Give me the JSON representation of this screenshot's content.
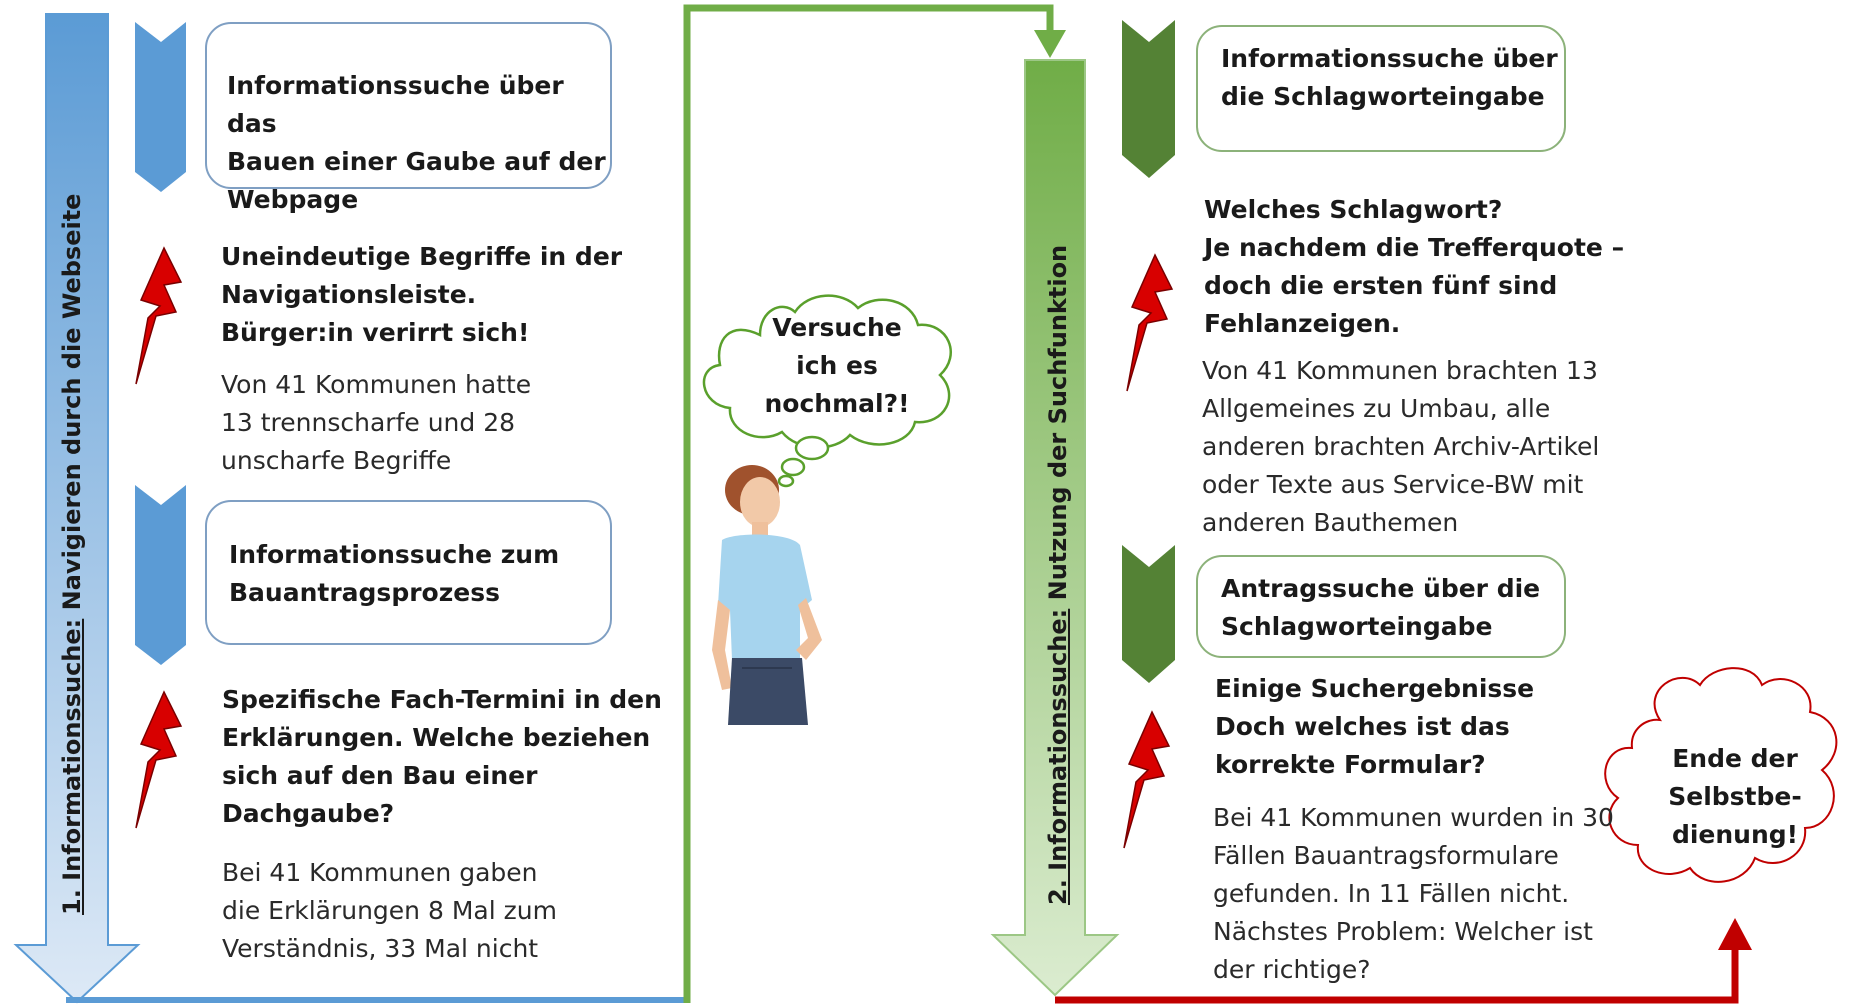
{
  "colors": {
    "blue": "#5b9bd5",
    "blue_light": "#bcd5ee",
    "green": "#70ad47",
    "green_light": "#c5e0b4",
    "dark_green": "#548235",
    "red": "#c00000"
  },
  "left_column": {
    "vertical_label_prefix": "1. Informationssuche:",
    "vertical_label_rest": "Navigieren durch die Webseite",
    "box1": "Informationssuche über das\nBauen einer Gaube auf der\nWebpage",
    "problem1": "Uneindeutige Begriffe in der\nNavigationsleiste.\nBürger:in verirrt sich!",
    "stat1": "Von 41 Kommunen hatte\n13 trennscharfe und 28\nunscharfe Begriffe",
    "box2": "Informationssuche zum\nBauantragsprozess",
    "problem2": "Spezifische Fach-Termini in den\nErklärungen.  Welche beziehen\nsich auf den Bau einer\nDachgaube?",
    "stat2": "Bei 41 Kommunen gaben\ndie Erklärungen 8 Mal zum\nVerständnis, 33 Mal nicht"
  },
  "middle": {
    "thought": "Versuche\nich es\nnochmal?!"
  },
  "right_column": {
    "vertical_label_prefix": "2. Informationssuche:",
    "vertical_label_rest": "Nutzung der Suchfunktion",
    "box1": "Informationssuche über\ndie Schlagworteingabe",
    "problem1": "Welches Schlagwort?\nJe nachdem die Trefferquote –\ndoch die ersten fünf sind\nFehlanzeigen.",
    "stat1": "Von 41 Kommunen brachten 13\nAllgemeines zu Umbau, alle\nanderen brachten Archiv-Artikel\noder Texte aus Service-BW mit\nanderen Bauthemen",
    "box2": "Antragssuche über die\nSchlagworteingabe",
    "problem2": "Einige Suchergebnisse\nDoch welches ist das\nkorrekte Formular?",
    "stat2": "Bei 41 Kommunen wurden in 30\nFällen Bauantragsformulare\ngefunden. In 11 Fällen nicht.\nNächstes Problem: Welcher ist\nder richtige?",
    "end_cloud": "Ende der\nSelbstbe-\ndienung!"
  }
}
